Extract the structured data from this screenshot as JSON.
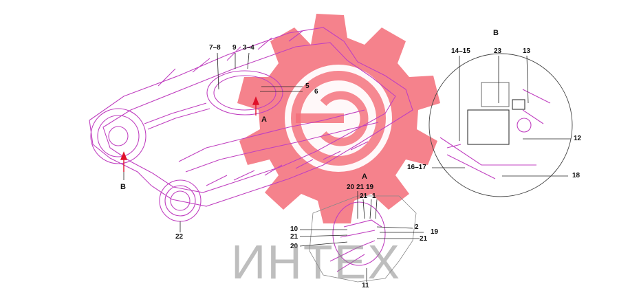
{
  "views": {
    "b_top": "B",
    "b_arrow": "B",
    "a_top": "A",
    "a_center": "A"
  },
  "labels": {
    "l7_8": "7–8",
    "l9": "9",
    "l3_4": "3–4",
    "l5": "5",
    "l6": "6",
    "l14_15": "14–15",
    "l23": "23",
    "l13": "13",
    "l12": "12",
    "l16_17": "16–17",
    "l18": "18",
    "l22": "22",
    "l20a": "20",
    "l21a": "21",
    "l19a": "19",
    "l21b": "21",
    "l1": "1",
    "l10": "10",
    "l2": "2",
    "l19b": "19",
    "l21c": "21",
    "l21d": "21",
    "l20b": "20",
    "l11": "11"
  },
  "watermark": {
    "text": "ИНТЕХ",
    "gear_color": "#f03c4b",
    "text_color": "#8a8a8a"
  },
  "colors": {
    "line": "#c040c0",
    "leader": "#222222"
  }
}
